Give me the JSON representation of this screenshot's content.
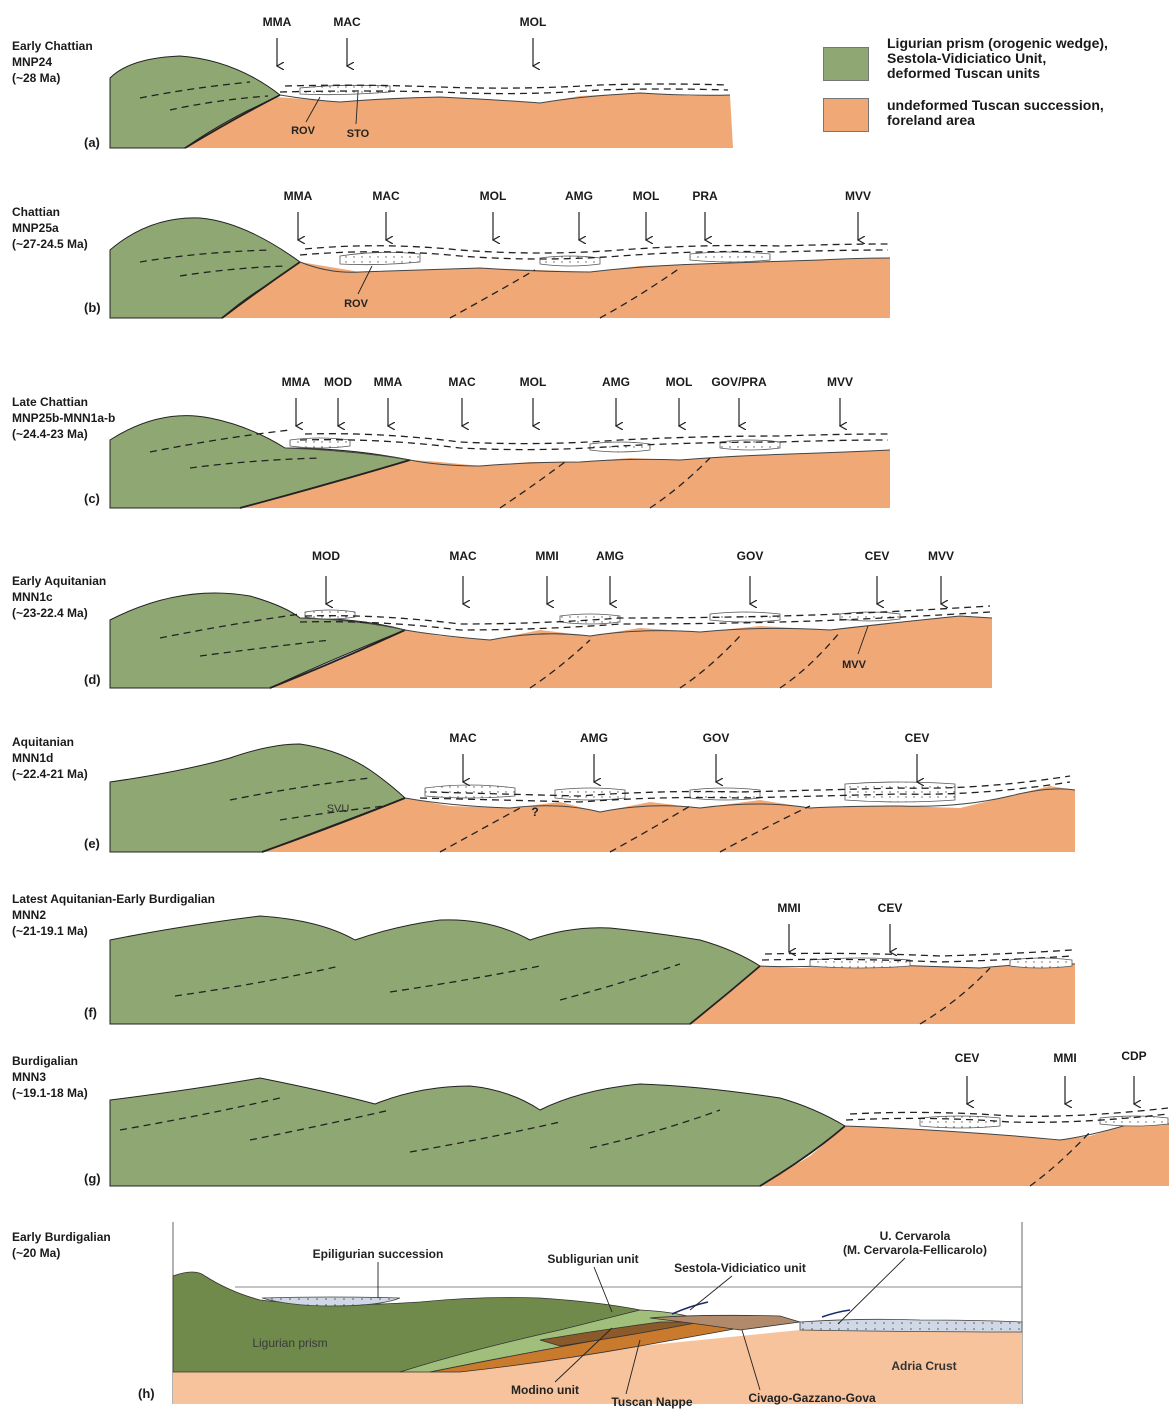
{
  "legend": {
    "prism": {
      "lines": [
        "Ligurian prism (orogenic wedge),",
        "Sestola-Vidiciatico Unit,",
        "deformed Tuscan units"
      ],
      "color": "#8fa873"
    },
    "foreland": {
      "lines": [
        "undeformed Tuscan succession,",
        "foreland area"
      ],
      "color": "#f0a876"
    }
  },
  "panels": [
    {
      "id": "a",
      "label": "(a)",
      "title": [
        "Early Chattian",
        "MNP24",
        "(~28 Ma)"
      ],
      "markers": [
        "MMA",
        "MAC",
        "MOL"
      ],
      "inline_labels": [
        "ROV",
        "STO"
      ]
    },
    {
      "id": "b",
      "label": "(b)",
      "title": [
        "Chattian",
        "MNP25a",
        "(~27-24.5 Ma)"
      ],
      "markers": [
        "MMA",
        "MAC",
        "MOL",
        "AMG",
        "MOL",
        "PRA",
        "MVV"
      ],
      "inline_labels": [
        "ROV"
      ]
    },
    {
      "id": "c",
      "label": "(c)",
      "title": [
        "Late Chattian",
        "MNP25b-MNN1a-b",
        "(~24.4-23 Ma)"
      ],
      "markers": [
        "MMA",
        "MOD",
        "MMA",
        "MAC",
        "MOL",
        "AMG",
        "MOL",
        "GOV/PRA",
        "MVV"
      ],
      "inline_labels": []
    },
    {
      "id": "d",
      "label": "(d)",
      "title": [
        "Early Aquitanian",
        "MNN1c",
        "(~23-22.4 Ma)"
      ],
      "markers": [
        "MOD",
        "MAC",
        "MMI",
        "AMG",
        "GOV",
        "CEV",
        "MVV"
      ],
      "inline_labels": [
        "MVV"
      ]
    },
    {
      "id": "e",
      "label": "(e)",
      "title": [
        "Aquitanian",
        "MNN1d",
        "(~22.4-21 Ma)"
      ],
      "markers": [
        "MAC",
        "AMG",
        "GOV",
        "CEV"
      ],
      "inline_labels": [
        "SVU",
        "?"
      ]
    },
    {
      "id": "f",
      "label": "(f)",
      "title": [
        "Latest Aquitanian-Early Burdigalian",
        "MNN2",
        "(~21-19.1 Ma)"
      ],
      "markers": [
        "MMI",
        "CEV"
      ],
      "inline_labels": []
    },
    {
      "id": "g",
      "label": "(g)",
      "title": [
        "Burdigalian",
        "MNN3",
        "(~19.1-18 Ma)"
      ],
      "markers": [
        "CEV",
        "MMI",
        "CDP"
      ],
      "inline_labels": []
    }
  ],
  "section_h": {
    "label": "(h)",
    "title": [
      "Early Burdigalian",
      "(~20 Ma)"
    ],
    "labels": {
      "epiligurian": "Epiligurian succession",
      "subligurian": "Subligurian unit",
      "sestola": "Sestola-Vidiciatico unit",
      "cervarola": "U. Cervarola",
      "cervarola_sub": "(M. Cervarola-Fellicarolo)",
      "ligurian_prism": "Ligurian prism",
      "adria": "Adria Crust",
      "modino": "Modino unit",
      "tuscan_nappe": "Tuscan Nappe",
      "civago": "Civago-Gazzano-Gova"
    }
  }
}
